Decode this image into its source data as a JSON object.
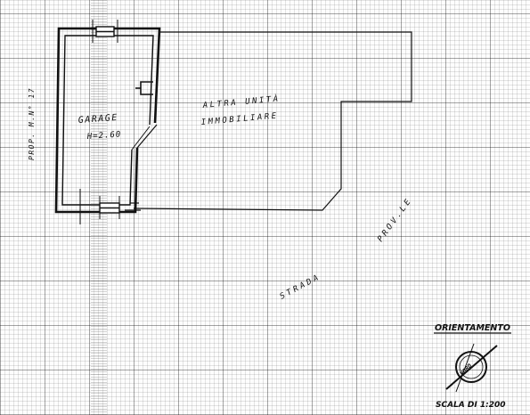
{
  "labels": {
    "garage_name": "GARAGE",
    "garage_height": "H=2.60",
    "altra_line1": "ALTRA UNITÀ",
    "altra_line2": "IMMOBILIARE",
    "prop": "PROP. M.N° 17",
    "strada": "STRADA",
    "provle": "PROV.LE",
    "orientamento": "ORIENTAMENTO",
    "compass_mark": "NORD",
    "scala": "SCALA DI 1:200"
  },
  "icons": {
    "compass": "compass-rose-icon"
  },
  "colors": {
    "ink": "#111111",
    "paper": "#fdfdfd",
    "grid": "#9a9a9a"
  }
}
